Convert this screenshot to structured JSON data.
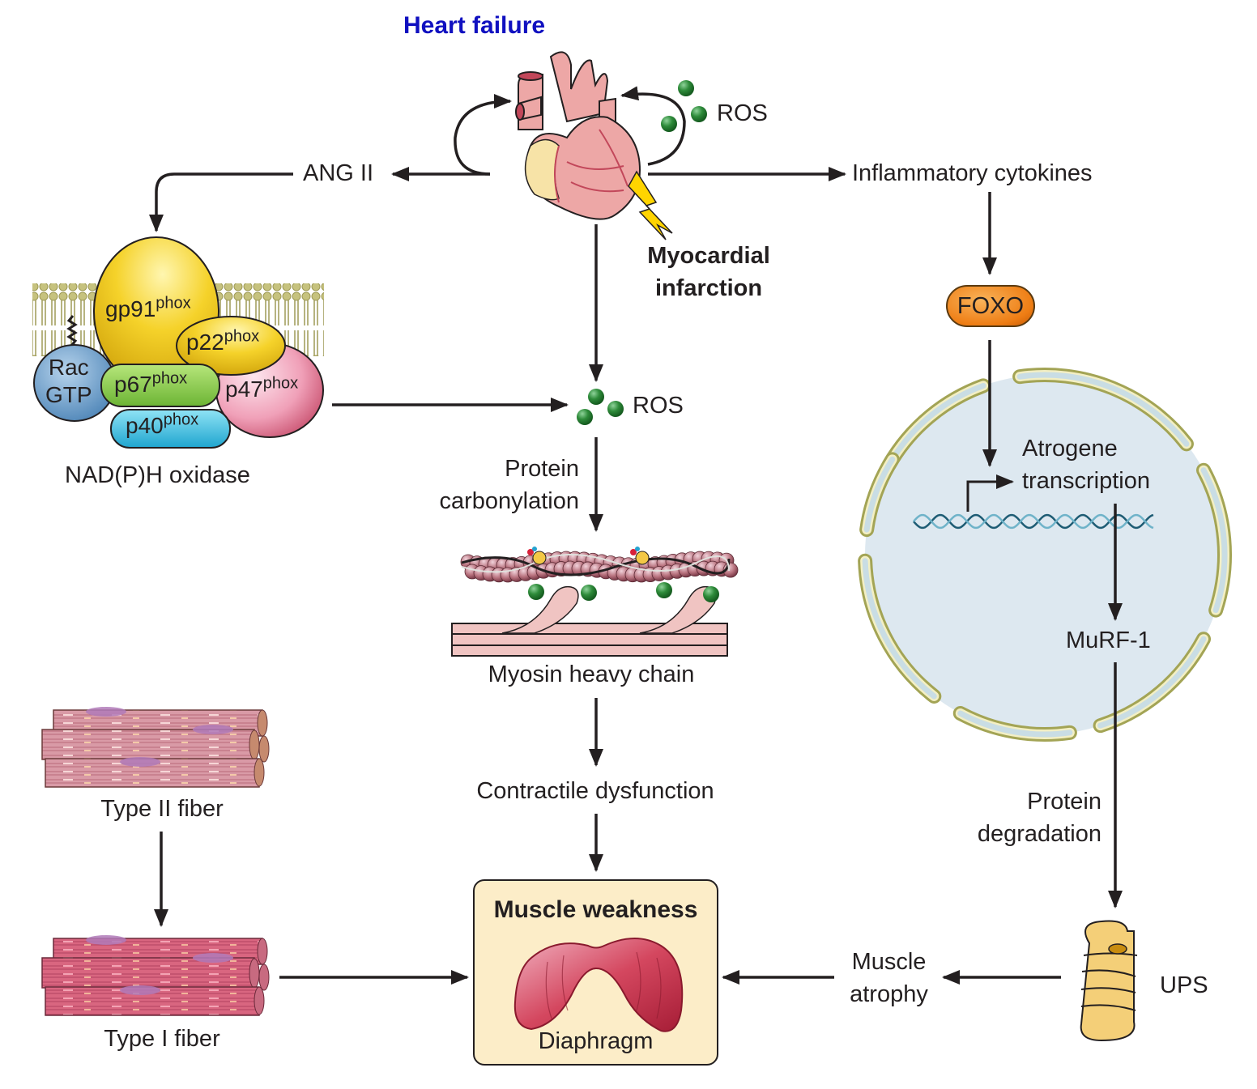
{
  "title": "Heart failure",
  "heart": {
    "ros_label": "ROS",
    "myocardial_infarction": [
      "Myocardial",
      "infarction"
    ]
  },
  "left_branch": {
    "ang_label": "ANG II",
    "nadph": {
      "caption": "NAD(P)H oxidase",
      "subunits": [
        {
          "name": "gp91",
          "sup": "phox",
          "color": "#f5d22a"
        },
        {
          "name": "p22",
          "sup": "phox",
          "color": "#f0cc2c"
        },
        {
          "name": "p67",
          "sup": "phox",
          "color": "#8fd14f"
        },
        {
          "name": "p47",
          "sup": "phox",
          "color": "#f3a9bf"
        },
        {
          "name": "p40",
          "sup": "phox",
          "color": "#3fc4e6"
        },
        {
          "name": "Rac GTP",
          "lines": [
            "Rac",
            "GTP"
          ],
          "color": "#6fa2cf"
        }
      ],
      "membrane_color": "#c6c27e"
    }
  },
  "center_branch": {
    "ros_label": "ROS",
    "step_label": [
      "Protein",
      "carbonylation"
    ],
    "myosin_caption": "Myosin heavy chain",
    "contractile": "Contractile dysfunction"
  },
  "right_branch": {
    "cytokines": "Inflammatory cytokines",
    "foxo": "FOXO",
    "foxo_color": "#ee7d14",
    "atrogene": [
      "Atrogene",
      "transcription"
    ],
    "murf": "MuRF-1",
    "degradation": [
      "Protein",
      "degradation"
    ],
    "ups": "UPS",
    "atrophy": [
      "Muscle",
      "atrophy"
    ],
    "nucleus_fill": "#dde8f0",
    "nuclear_envelope_color": "#a3a455"
  },
  "fibers": {
    "type2": "Type II fiber",
    "type1": "Type I fiber"
  },
  "outcome": {
    "heading": "Muscle weakness",
    "organ": "Diaphragm",
    "box_color": "#fcedc8"
  },
  "ros_particle_color": "#2e8b3a",
  "arrow_color": "#231f20"
}
